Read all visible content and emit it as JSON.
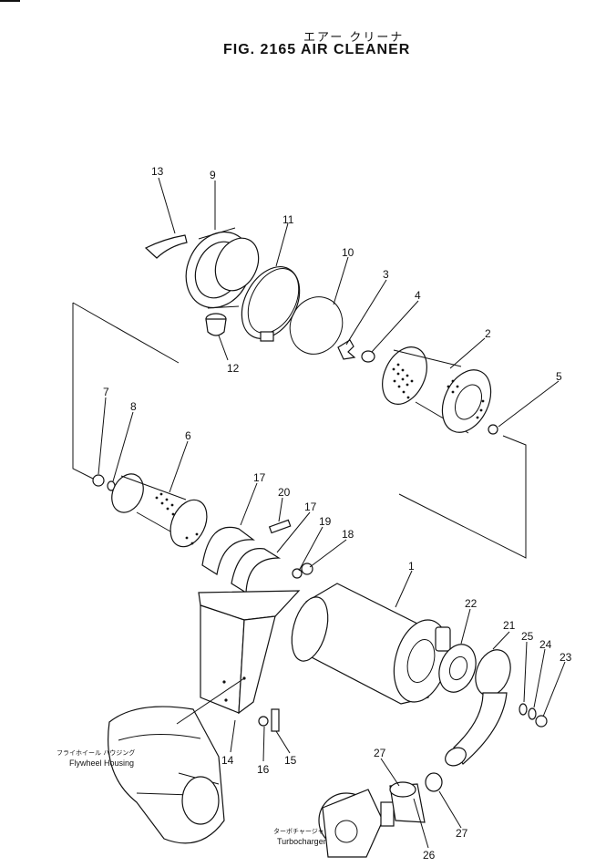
{
  "header": {
    "title_jp": "エアー クリーナ",
    "title_en": "FIG. 2165   AIR  CLEANER"
  },
  "callouts": [
    {
      "n": "13",
      "part": "band"
    },
    {
      "n": "9",
      "part": "cap"
    },
    {
      "n": "11",
      "part": "clamp"
    },
    {
      "n": "10",
      "part": "o-ring"
    },
    {
      "n": "3",
      "part": "wing-nut"
    },
    {
      "n": "4",
      "part": "seal"
    },
    {
      "n": "2",
      "part": "outer-element"
    },
    {
      "n": "5",
      "part": "nut"
    },
    {
      "n": "12",
      "part": "valve"
    },
    {
      "n": "7",
      "part": "nut"
    },
    {
      "n": "8",
      "part": "washer"
    },
    {
      "n": "6",
      "part": "inner-element"
    },
    {
      "n": "17",
      "part": "band-upper"
    },
    {
      "n": "20",
      "part": "bolt"
    },
    {
      "n": "17",
      "part": "band-lower"
    },
    {
      "n": "19",
      "part": "washer"
    },
    {
      "n": "18",
      "part": "nut"
    },
    {
      "n": "1",
      "part": "body"
    },
    {
      "n": "22",
      "part": "gasket"
    },
    {
      "n": "21",
      "part": "elbow"
    },
    {
      "n": "25",
      "part": "washer"
    },
    {
      "n": "24",
      "part": "washer"
    },
    {
      "n": "23",
      "part": "nut"
    },
    {
      "n": "14",
      "part": "bracket"
    },
    {
      "n": "16",
      "part": "washer"
    },
    {
      "n": "15",
      "part": "bolt"
    },
    {
      "n": "27",
      "part": "clamp-upper"
    },
    {
      "n": "26",
      "part": "hose"
    },
    {
      "n": "27",
      "part": "clamp-lower"
    }
  ],
  "captions": {
    "flywheel_jp": "フライホイール ハウジング",
    "flywheel_en": "Flywheel Housing",
    "turbo_jp": "ターボチャージャ",
    "turbo_en": "Turbocharger"
  }
}
